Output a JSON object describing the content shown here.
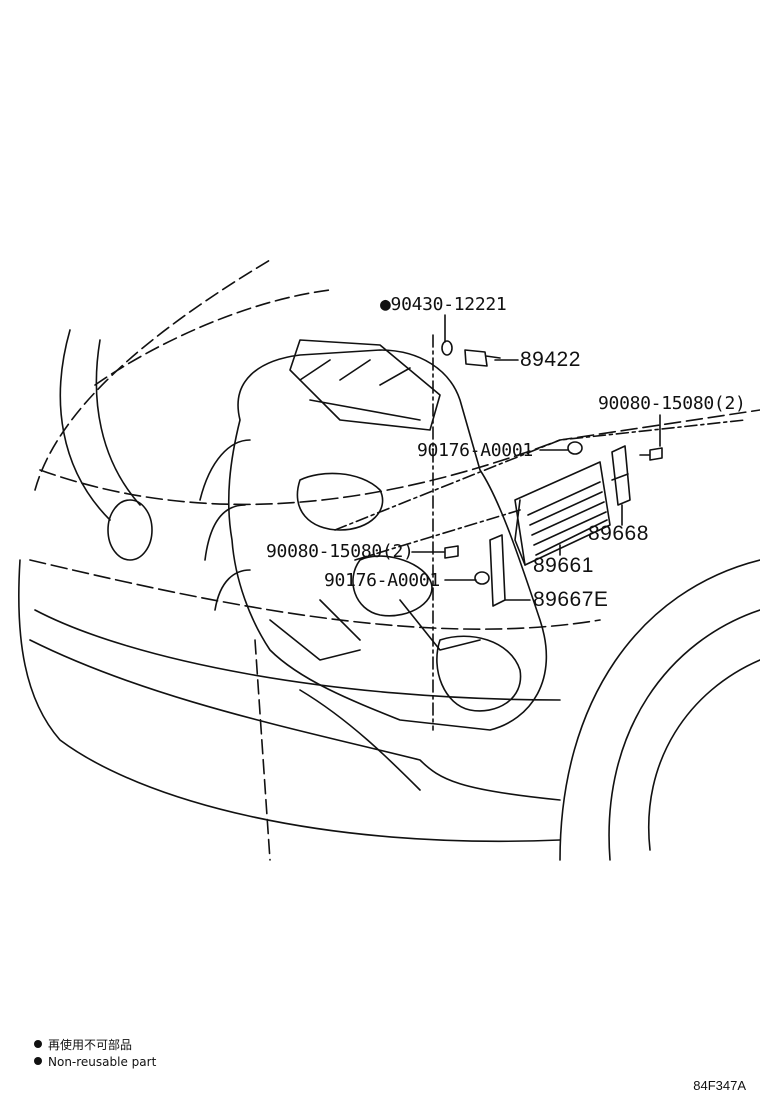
{
  "callouts": {
    "p90430": "●90430-12221",
    "p89422": "89422",
    "p90080_top": "90080-15080(2)",
    "p90176_top": "90176-A0001",
    "p89668": "89668",
    "p90080_mid": "90080-15080(2)",
    "p89661": "89661",
    "p90176_mid": "90176-A0001",
    "p89667E": "89667E"
  },
  "legend": {
    "jp": "再使用不可部品",
    "en": "Non-reusable part"
  },
  "diagram_code": "84F347A",
  "colors": {
    "ink": "#111111",
    "paper": "#ffffff"
  }
}
